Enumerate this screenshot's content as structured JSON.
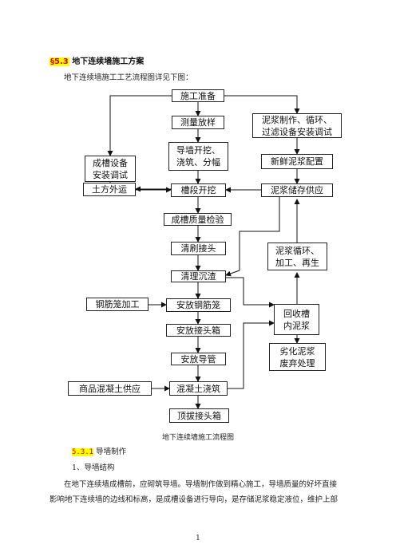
{
  "section": {
    "number": "§5.3",
    "title": "地下连续墙施工方案"
  },
  "intro": "地下连续墙施工工艺流程图详见下图：",
  "flowchart": {
    "boxes": {
      "prep": "施工准备",
      "survey": "测量放样",
      "guide_wall_1": "导墙开挖、",
      "guide_wall_2": "浇筑、分幅",
      "equip_1": "成槽设备",
      "equip_2": "安装调试",
      "slurry_setup_1": "泥浆制作、循环、",
      "slurry_setup_2": "过滤设备安装调试",
      "fresh_slurry": "新鲜泥浆配置",
      "trench": "槽段开挖",
      "slurry_supply": "泥浆储存供应",
      "soil_out": "土方外运",
      "quality": "成槽质量检验",
      "brush_joint": "清刷接头",
      "recycle_1": "泥浆循环、",
      "recycle_2": "加工、再生",
      "clean_sediment": "清理沉渣",
      "rebar_process": "钢筋笼加工",
      "place_rebar": "安放钢筋笼",
      "recover_1": "回收槽",
      "recover_2": "内泥浆",
      "place_joint_box": "安放接头箱",
      "place_pipe": "安放导管",
      "waste_1": "劣化泥浆",
      "waste_2": "废弃处理",
      "concrete_supply": "商品混凝土供应",
      "pour": "混凝土浇筑",
      "pull_joint_box": "顶拔接头箱"
    },
    "caption": "地下连续墙施工流程图"
  },
  "subsection": {
    "number": "5.3.1",
    "title": "导墙制作"
  },
  "item": "1、导墙结构",
  "paragraph": {
    "line1": "在地下连续墙成槽前，应砌筑导墙。导墙制作做到精心施工，导墙质量的好坏直接",
    "line2": "影响地下连续墙的边线和标高，是成槽设备进行导向，是存储泥浆稳定液位，维护上部"
  },
  "page_number": "1"
}
